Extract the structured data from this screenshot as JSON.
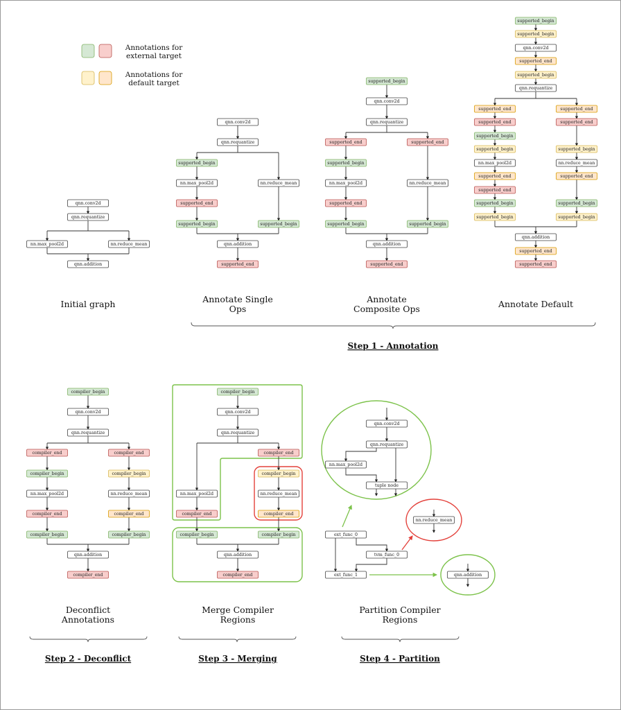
{
  "colors": {
    "green": {
      "fill": "#d5e8d4",
      "stroke": "#82b366"
    },
    "red": {
      "fill": "#f8cecc",
      "stroke": "#b85450"
    },
    "yellow": {
      "fill": "#fff2cc",
      "stroke": "#d6b656"
    },
    "orange": {
      "fill": "#ffe6cc",
      "stroke": "#d79b00"
    },
    "white": {
      "fill": "#ffffff",
      "stroke": "#444444"
    },
    "region_green": "#7cc24a",
    "region_red": "#e3403a"
  },
  "legend": {
    "external": "Annotations for\nexternal target",
    "default": "Annotations for\ndefault target",
    "external_line1": "Annotations for",
    "external_line2": "external target",
    "default_line1": "Annotations for",
    "default_line2": "default target"
  },
  "captions": {
    "initial": "Initial graph",
    "single_1": "Annotate Single",
    "single_2": "Ops",
    "composite_1": "Annotate",
    "composite_2": "Composite Ops",
    "default": "Annotate Default",
    "deconflict_1": "Deconflict",
    "deconflict_2": "Annotations",
    "merge_1": "Merge Compiler",
    "merge_2": "Regions",
    "partition_1": "Partition Compiler",
    "partition_2": "Regions"
  },
  "steps": {
    "step1": "Step 1 - Annotation",
    "step2": "Step 2 - Deconflict",
    "step3": "Step 3 - Merging",
    "step4": "Step 4 - Partition"
  },
  "graphs": [
    {
      "name": "initial-graph",
      "nodes": [
        {
          "label": "qnn.conv2d",
          "color": "white"
        },
        {
          "label": "qnn.requantize",
          "color": "white"
        },
        {
          "label": "nn.max_pool2d",
          "color": "white"
        },
        {
          "label": "nn.reduce_mean",
          "color": "white"
        },
        {
          "label": "qnn.addition",
          "color": "white"
        }
      ]
    },
    {
      "name": "annotate-single-ops-graph",
      "nodes": [
        {
          "label": "qnn.conv2d",
          "color": "white"
        },
        {
          "label": "qnn.requantize",
          "color": "white"
        },
        {
          "label": "supported_begin",
          "color": "green"
        },
        {
          "label": "nn.max_pool2d",
          "color": "white"
        },
        {
          "label": "supported_end",
          "color": "red"
        },
        {
          "label": "supported_begin",
          "color": "green"
        },
        {
          "label": "nn.reduce_mean",
          "color": "white"
        },
        {
          "label": "supported_begin",
          "color": "green"
        },
        {
          "label": "qnn.addition",
          "color": "white"
        },
        {
          "label": "supported_end",
          "color": "red"
        }
      ]
    },
    {
      "name": "annotate-composite-ops-graph",
      "nodes": [
        {
          "label": "supported_begin",
          "color": "green"
        },
        {
          "label": "qnn.conv2d",
          "color": "white"
        },
        {
          "label": "qnn.requantize",
          "color": "white"
        },
        {
          "label": "supported_end",
          "color": "red"
        },
        {
          "label": "supported_end",
          "color": "red"
        },
        {
          "label": "supported_begin",
          "color": "green"
        },
        {
          "label": "nn.max_pool2d",
          "color": "white"
        },
        {
          "label": "supported_end",
          "color": "red"
        },
        {
          "label": "supported_begin",
          "color": "green"
        },
        {
          "label": "nn.reduce_mean",
          "color": "white"
        },
        {
          "label": "supported_begin",
          "color": "green"
        },
        {
          "label": "qnn.addition",
          "color": "white"
        },
        {
          "label": "supported_end",
          "color": "red"
        }
      ]
    },
    {
      "name": "annotate-default-graph",
      "nodes": [
        {
          "label": "supported_begin",
          "color": "green"
        },
        {
          "label": "supported_begin",
          "color": "yellow"
        },
        {
          "label": "qnn.conv2d",
          "color": "white"
        },
        {
          "label": "supported_end",
          "color": "orange"
        },
        {
          "label": "supported_begin",
          "color": "yellow"
        },
        {
          "label": "qnn.requantize",
          "color": "white"
        },
        {
          "label": "supported_end",
          "color": "orange"
        },
        {
          "label": "supported_end",
          "color": "red"
        },
        {
          "label": "supported_begin",
          "color": "green"
        },
        {
          "label": "supported_begin",
          "color": "yellow"
        },
        {
          "label": "nn.max_pool2d",
          "color": "white"
        },
        {
          "label": "supported_end",
          "color": "orange"
        },
        {
          "label": "supported_end",
          "color": "red"
        },
        {
          "label": "supported_begin",
          "color": "green"
        },
        {
          "label": "supported_begin",
          "color": "yellow"
        },
        {
          "label": "supported_end",
          "color": "orange"
        },
        {
          "label": "supported_end",
          "color": "red"
        },
        {
          "label": "supported_begin",
          "color": "yellow"
        },
        {
          "label": "nn.reduce_mean",
          "color": "white"
        },
        {
          "label": "supported_end",
          "color": "orange"
        },
        {
          "label": "supported_begin",
          "color": "green"
        },
        {
          "label": "supported_begin",
          "color": "yellow"
        },
        {
          "label": "qnn.addition",
          "color": "white"
        },
        {
          "label": "supported_end",
          "color": "orange"
        },
        {
          "label": "supported_end",
          "color": "red"
        }
      ]
    },
    {
      "name": "deconflict-graph",
      "nodes": [
        {
          "label": "compiler_begin",
          "color": "green"
        },
        {
          "label": "qnn.conv2d",
          "color": "white"
        },
        {
          "label": "qnn.requantize",
          "color": "white"
        },
        {
          "label": "compiler_end",
          "color": "red"
        },
        {
          "label": "compiler_end",
          "color": "red"
        },
        {
          "label": "compiler_begin",
          "color": "green"
        },
        {
          "label": "compiler_begin",
          "color": "yellow"
        },
        {
          "label": "nn.max_pool2d",
          "color": "white"
        },
        {
          "label": "nn.reduce_mean",
          "color": "white"
        },
        {
          "label": "compiler_end",
          "color": "red"
        },
        {
          "label": "compiler_end",
          "color": "orange"
        },
        {
          "label": "compiler_begin",
          "color": "green"
        },
        {
          "label": "compiler_begin",
          "color": "green"
        },
        {
          "label": "qnn.addition",
          "color": "white"
        },
        {
          "label": "compiler_end",
          "color": "red"
        }
      ]
    },
    {
      "name": "merge-graph",
      "nodes": [
        {
          "label": "compiler_begin",
          "color": "green"
        },
        {
          "label": "qnn.conv2d",
          "color": "white"
        },
        {
          "label": "qnn.requantize",
          "color": "white"
        },
        {
          "label": "compiler_end",
          "color": "red"
        },
        {
          "label": "compiler_begin",
          "color": "yellow"
        },
        {
          "label": "nn.max_pool2d",
          "color": "white"
        },
        {
          "label": "nn.reduce_mean",
          "color": "white"
        },
        {
          "label": "compiler_end",
          "color": "red"
        },
        {
          "label": "compiler_end",
          "color": "orange"
        },
        {
          "label": "compiler_begin",
          "color": "green"
        },
        {
          "label": "compiler_begin",
          "color": "green"
        },
        {
          "label": "qnn.addition",
          "color": "white"
        },
        {
          "label": "compiler_end",
          "color": "red"
        }
      ]
    },
    {
      "name": "partition-graph",
      "nodes": [
        {
          "label": "qnn.conv2d",
          "color": "white"
        },
        {
          "label": "qnn.requantize",
          "color": "white"
        },
        {
          "label": "nn.max_pool2d",
          "color": "white"
        },
        {
          "label": "tuple node",
          "color": "white"
        },
        {
          "label": "nn.reduce_mean",
          "color": "white"
        },
        {
          "label": "ext_func_0",
          "color": "white"
        },
        {
          "label": "tvm_func_0",
          "color": "white"
        },
        {
          "label": "ext_func_1",
          "color": "white"
        },
        {
          "label": "qnn.addition",
          "color": "white"
        }
      ]
    }
  ]
}
